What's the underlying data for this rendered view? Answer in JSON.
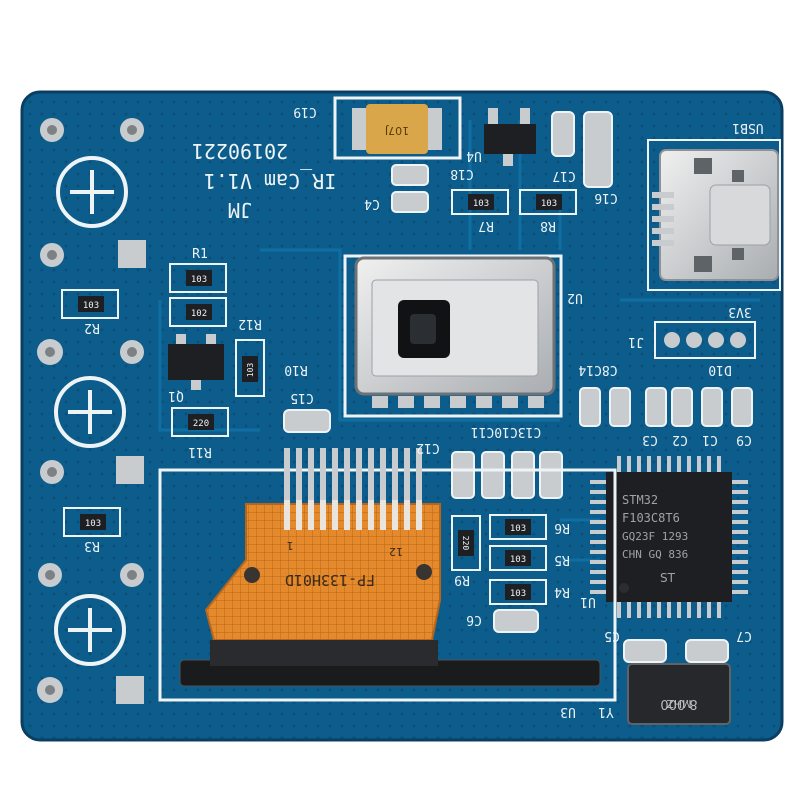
{
  "board": {
    "silkscreen": {
      "title_name": "JM",
      "title_project": "IR_Cam V1.1",
      "title_date": "20190221",
      "c19": "C19",
      "u4": "U4",
      "c18": "C18",
      "c17": "C17",
      "usb1": "USB1",
      "c4": "C4",
      "r7": "R7",
      "r8": "R8",
      "c16": "C16",
      "r1": "R1",
      "r2": "R2",
      "r12": "R12",
      "u2": "U2",
      "v3v3": "3V3",
      "j1": "J1",
      "q1": "Q1",
      "r10": "R10",
      "c15": "C15",
      "r11": "R11",
      "c8c14": "C8C14",
      "d10": "D10",
      "c3": "C3",
      "c2": "C2",
      "c1": "C1",
      "c9": "C9",
      "c12": "C12",
      "c13c10c11": "C13C10C11",
      "r3": "R3",
      "r6": "R6",
      "r5": "R5",
      "r9": "R9",
      "r4": "R4",
      "u1": "U1",
      "c6": "C6",
      "c5": "C5",
      "c7": "C7",
      "y1": "Y1",
      "u3": "U3",
      "fpc_label": "FP-133H01D",
      "fpc_pin1": "1",
      "fpc_pin12": "12"
    },
    "resistor_codes": {
      "r1": "103",
      "r1b": "102",
      "r2": "103",
      "r10": "103",
      "r11": "220",
      "r7": "103",
      "r8": "103",
      "r3": "103",
      "r9": "220",
      "r6": "103",
      "r5": "103",
      "r4": "103"
    },
    "mcu_marking": [
      "STM32",
      "F103C8T6",
      "GQ23F 1293",
      "CHN GQ 836"
    ],
    "crystal_marking": [
      "8.000",
      "MHZ"
    ],
    "tantalum_marking": "107J",
    "colors": {
      "pcb": "#0d5d8c",
      "pcb_dark": "#0a4a72",
      "silkscreen": "#eef4f6",
      "copper_pad": "#c9ccce",
      "fpc_orange": "#e48a2c",
      "tantalum": "#d9a64a",
      "chip_black": "#1e1f22"
    }
  }
}
